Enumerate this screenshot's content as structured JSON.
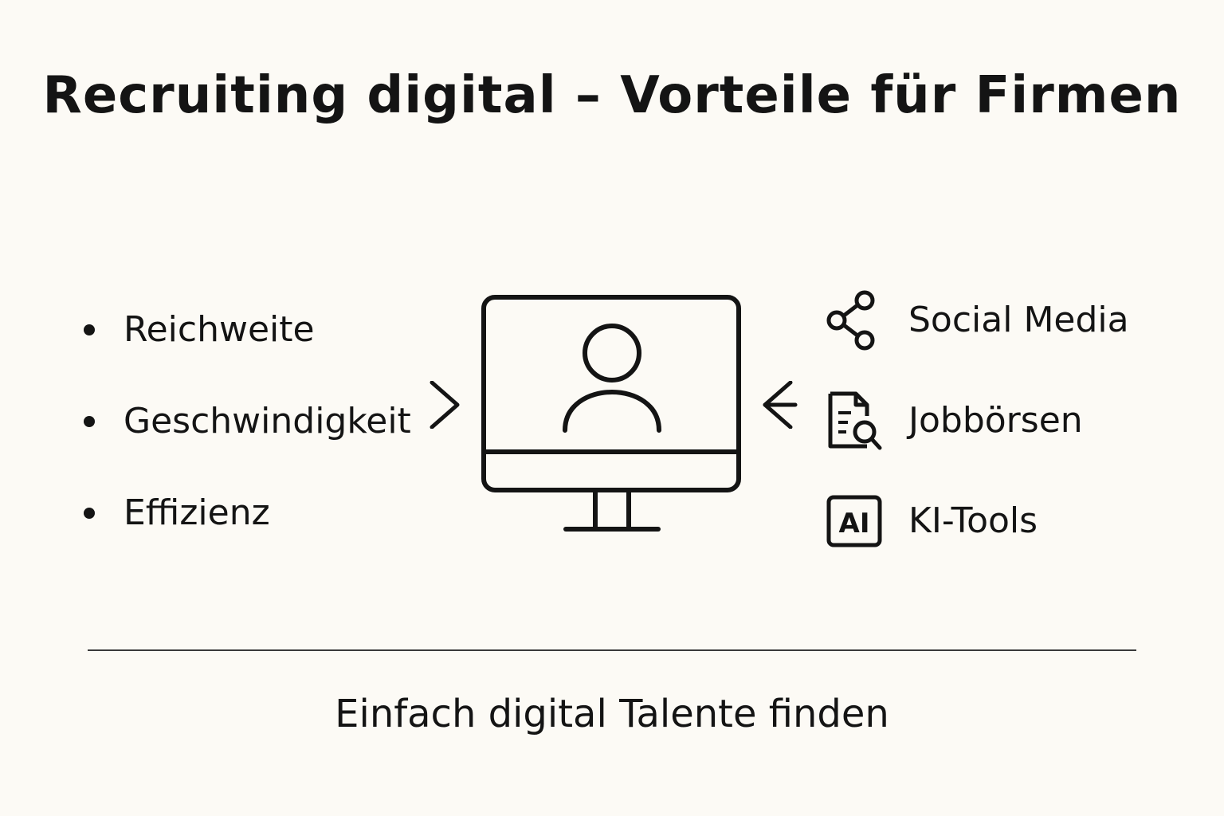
{
  "title": "Recruiting digital – Vorteile für Firmen",
  "benefits": [
    {
      "label": "Reichweite"
    },
    {
      "label": "Geschwindigkeit"
    },
    {
      "label": "Effizienz"
    }
  ],
  "sources": [
    {
      "label": "Social Media",
      "icon": "share-icon"
    },
    {
      "label": "Jobbörsen",
      "icon": "document-search-icon"
    },
    {
      "label": "KI-Tools",
      "icon": "ai-icon",
      "icon_text": "AI"
    }
  ],
  "center_icon": "computer-user-icon",
  "tagline": "Einfach digital Talente finden",
  "colors": {
    "background": "#fcfaf5",
    "stroke": "#141414"
  }
}
